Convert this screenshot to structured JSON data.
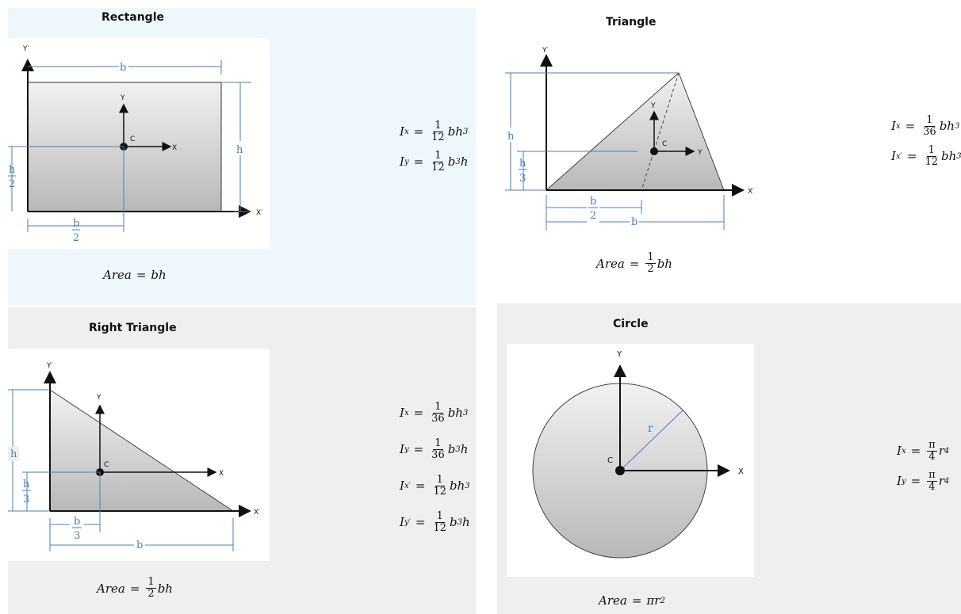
{
  "rectangle": {
    "title": "Rectangle",
    "labels": {
      "yprime": "Y′",
      "xprime": "X′",
      "y": "Y",
      "x": "X",
      "c": "C",
      "b": "b",
      "h": "h",
      "hhalf_num": "h",
      "hhalf_den": "2",
      "bhalf_num": "b",
      "bhalf_den": "2"
    },
    "ix": {
      "lhs": "I",
      "sub": "x",
      "num": "1",
      "den": "12",
      "rhs": "bh",
      "pow": "3"
    },
    "iy": {
      "lhs": "I",
      "sub": "y",
      "num": "1",
      "den": "12",
      "rhs1": "b",
      "pow": "3",
      "rhs2": "h"
    },
    "area": {
      "lhs": "Area",
      "rhs": "bh"
    }
  },
  "triangle": {
    "title": "Triangle",
    "labels": {
      "yprime": "Y′",
      "xprime": "X′",
      "y": "Y",
      "x": "Y",
      "c": "C",
      "h": "h",
      "hthird_num": "h",
      "hthird_den": "3",
      "bhalf_num": "b",
      "bhalf_den": "2",
      "b": "b"
    },
    "ix": {
      "lhs": "I",
      "sub": "x",
      "num": "1",
      "den": "36",
      "rhs": "bh",
      "pow": "3"
    },
    "ixp": {
      "lhs": "I",
      "sub": "x′",
      "num": "1",
      "den": "12",
      "rhs": "bh",
      "pow": "3"
    },
    "area": {
      "lhs": "Area",
      "num": "1",
      "den": "2",
      "rhs": "bh"
    }
  },
  "right_triangle": {
    "title": "Right Triangle",
    "labels": {
      "yprime": "Y′",
      "xprime": "X′",
      "y": "Y",
      "x": "X",
      "c": "C",
      "h": "h",
      "hthird_num": "h",
      "hthird_den": "3",
      "bthird_num": "b",
      "bthird_den": "3",
      "b": "b"
    },
    "ix": {
      "lhs": "I",
      "sub": "x",
      "num": "1",
      "den": "36",
      "rhs": "bh",
      "pow": "3"
    },
    "iy": {
      "lhs": "I",
      "sub": "y",
      "num": "1",
      "den": "36",
      "rhs1": "b",
      "pow": "3",
      "rhs2": "h"
    },
    "ixp": {
      "lhs": "I",
      "sub": "x′",
      "num": "1",
      "den": "12",
      "rhs": "bh",
      "pow": "3"
    },
    "iyp": {
      "lhs": "I",
      "sub": "y′",
      "num": "1",
      "den": "12",
      "rhs1": "b",
      "pow": "3",
      "rhs2": "h"
    },
    "area": {
      "lhs": "Area",
      "num": "1",
      "den": "2",
      "rhs": "bh"
    }
  },
  "circle": {
    "title": "Circle",
    "labels": {
      "y": "Y",
      "x": "X",
      "c": "C",
      "r": "r"
    },
    "ix": {
      "lhs": "I",
      "sub": "x",
      "num": "π",
      "den": "4",
      "rhs": "r",
      "pow": "4"
    },
    "iy": {
      "lhs": "I",
      "sub": "y",
      "num": "π",
      "den": "4",
      "rhs": "r",
      "pow": "4"
    },
    "area": {
      "lhs": "Area",
      "rhs": "πr",
      "pow": "2"
    }
  },
  "colors": {
    "panel_blue": "#eef7fc",
    "panel_gray": "#efefef",
    "dim_blue": "#4a7fb8",
    "shape_top": "#f2f2f2",
    "shape_bottom": "#b8b8b8"
  }
}
